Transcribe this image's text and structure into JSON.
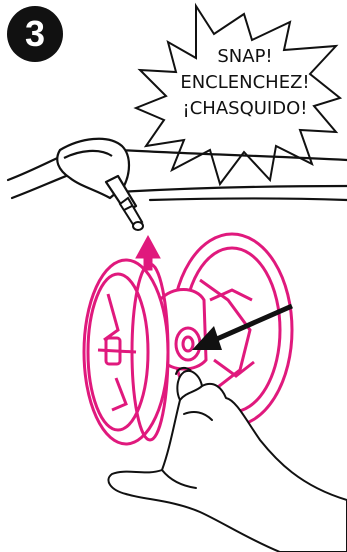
{
  "step": {
    "number": "3"
  },
  "callout": {
    "lines": [
      "SNAP!",
      "ENCLENCHEZ!",
      "¡CHASQUIDO!"
    ]
  },
  "colors": {
    "wheel": "#e0197d",
    "arrow": "#e0197d",
    "ink": "#111111",
    "background": "#ffffff"
  },
  "icons": [
    "burst-callout",
    "up-arrow-icon",
    "pointer-arrow-icon",
    "hand"
  ]
}
